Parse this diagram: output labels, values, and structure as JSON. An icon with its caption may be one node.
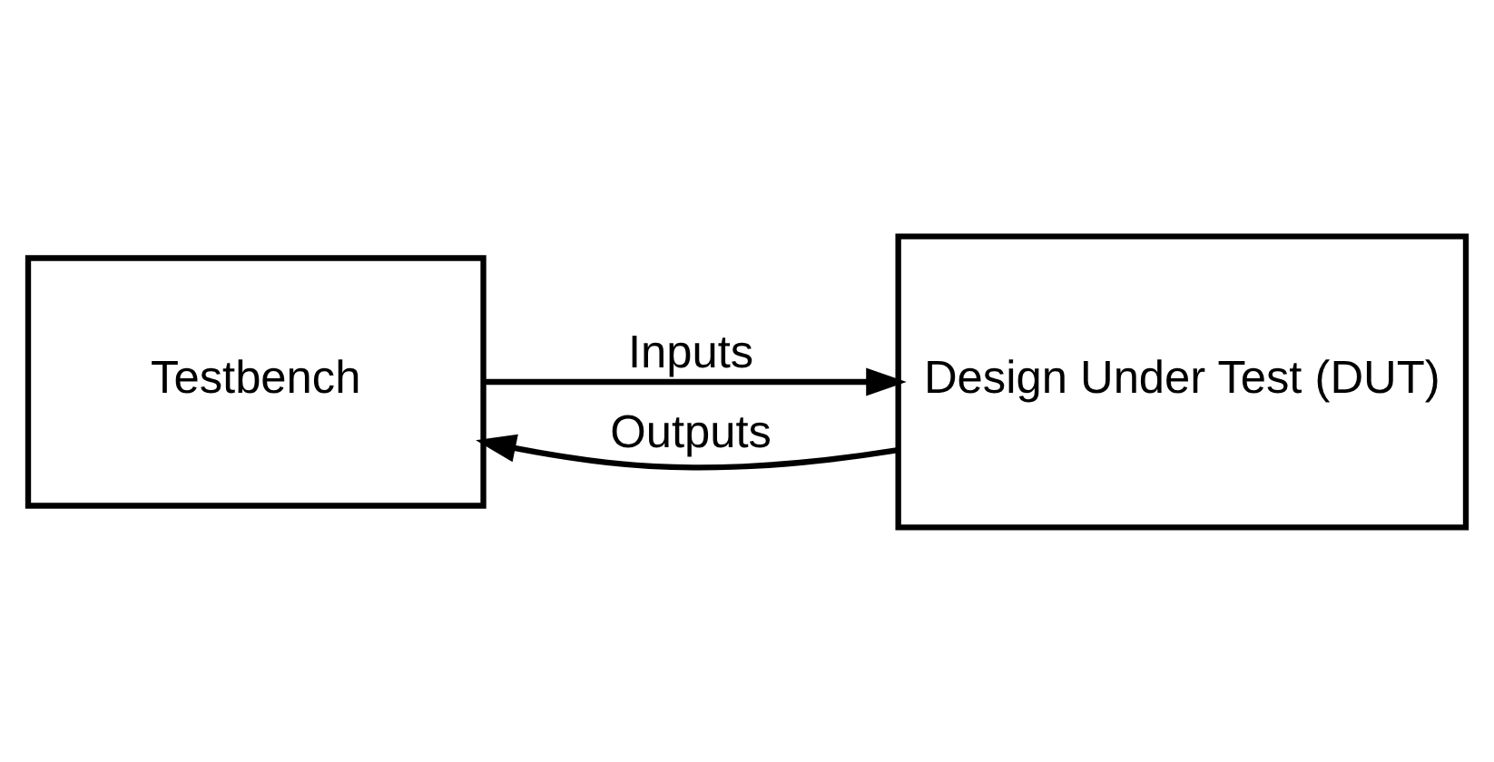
{
  "diagram": {
    "nodes": [
      {
        "text": [
          "Testbench"
        ]
      },
      {
        "text": [
          "Design Under Test (DUT)"
        ]
      }
    ],
    "edges": [
      {
        "from": 0,
        "to": 1,
        "arrow": "to",
        "label": "Inputs"
      },
      {
        "from": 1,
        "to": 0,
        "arrow": "to",
        "label": "Outputs"
      }
    ]
  }
}
